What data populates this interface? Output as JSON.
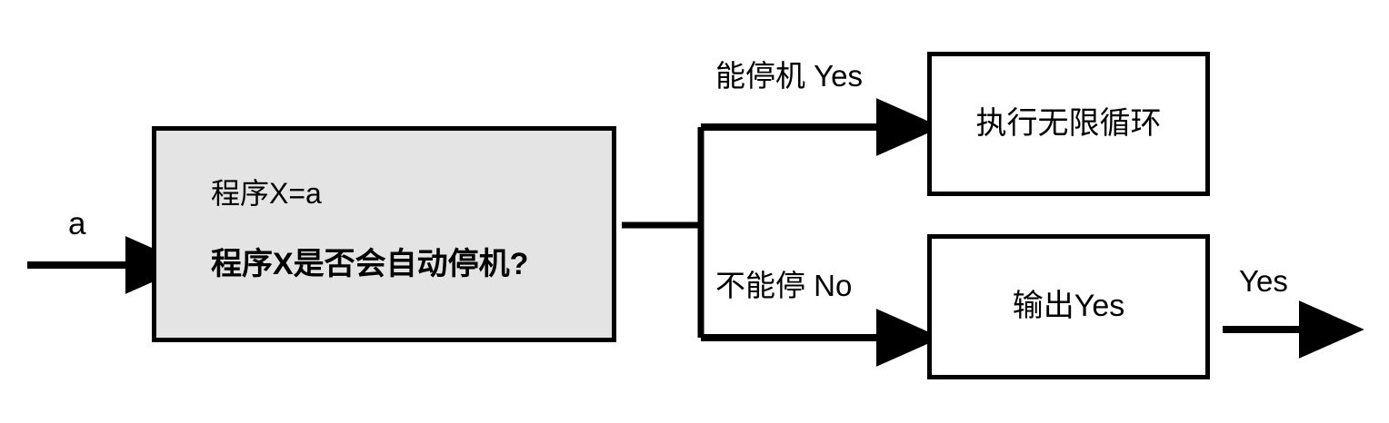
{
  "diagram": {
    "title": "Halting problem contradiction flowchart",
    "background_color": "#ffffff",
    "line_color": "#000000",
    "process_fill": "#e4e4e4"
  },
  "nodes": {
    "process": {
      "line1": "程序X=a",
      "line2": "程序X是否会自动停机?"
    },
    "output_top": {
      "label": "执行无限循环"
    },
    "output_bottom": {
      "label": "输出Yes"
    }
  },
  "edges": {
    "input": {
      "label": "a"
    },
    "branch_yes": {
      "label": "能停机 Yes"
    },
    "branch_no": {
      "label": "不能停 No"
    },
    "exit": {
      "label": "Yes"
    }
  }
}
